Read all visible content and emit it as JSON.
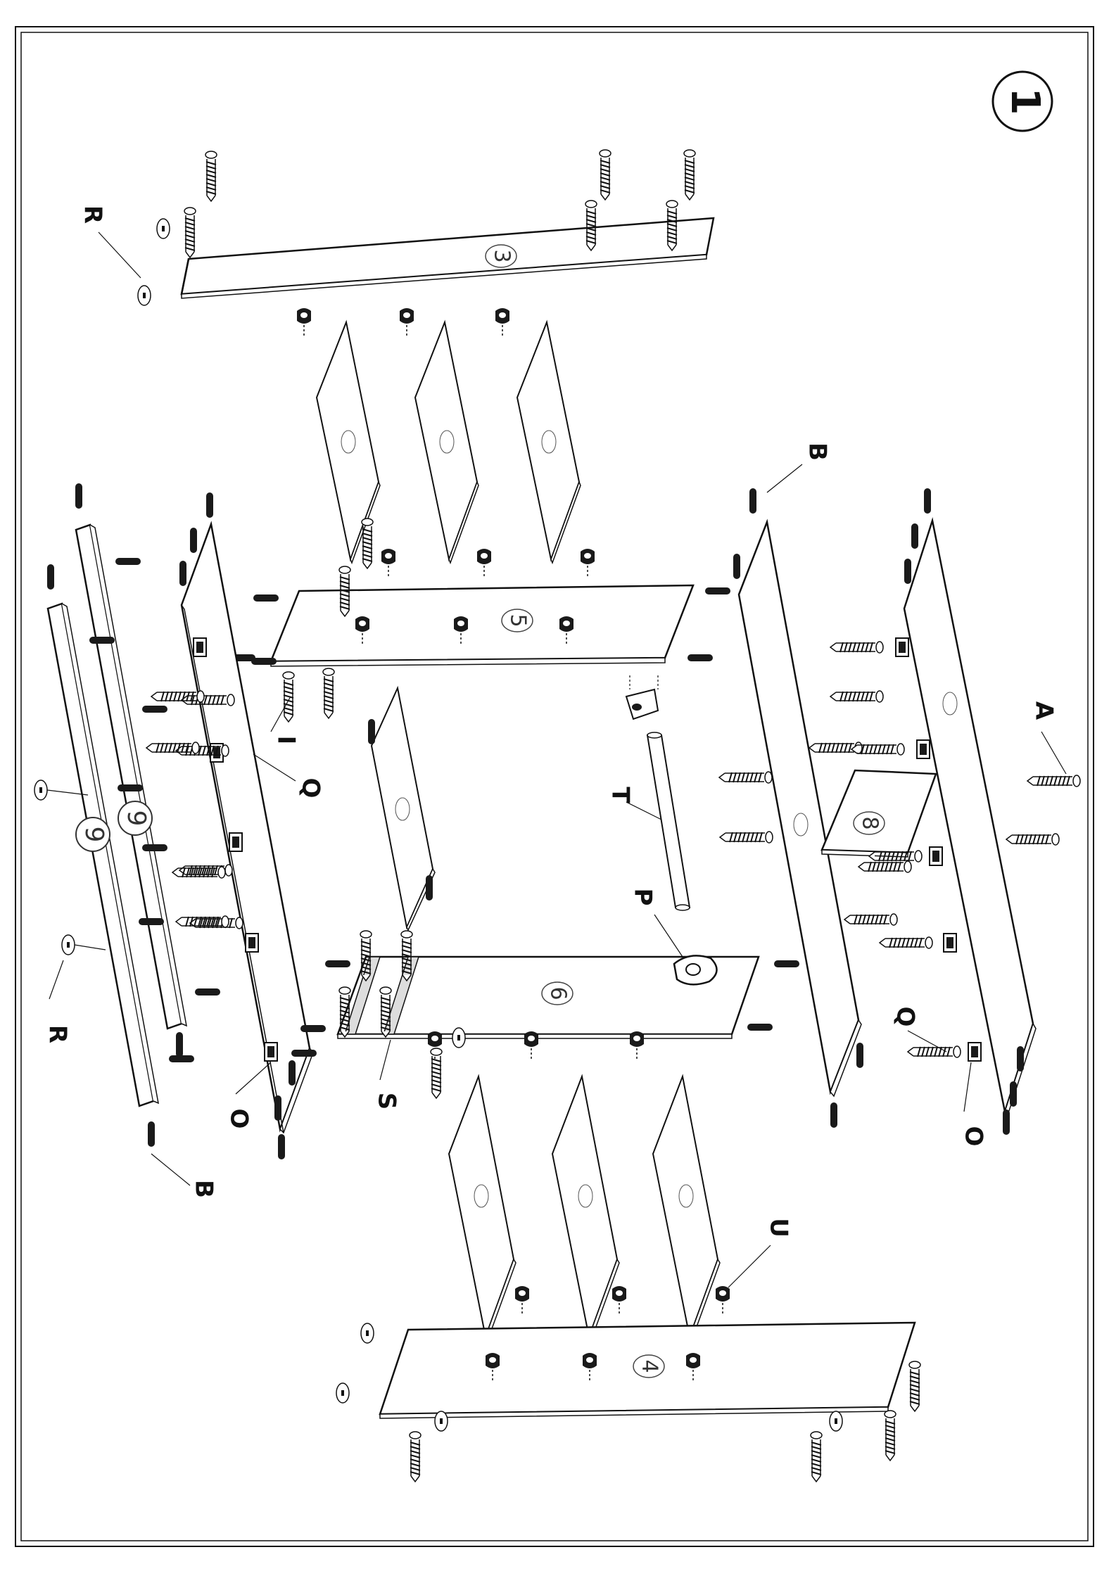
{
  "step": {
    "number": "1"
  },
  "panel_numbers": {
    "p3": "3",
    "p4": "4",
    "p5": "5",
    "p6": "6",
    "p8": "8",
    "p9a": "9",
    "p9b": "9"
  },
  "part_labels": {
    "A": "A",
    "B_top": "B",
    "B_bottom": "B",
    "I": "I",
    "O_left": "O",
    "O_right": "O",
    "P": "P",
    "Q_left": "Q",
    "Q_right": "Q",
    "R_top": "R",
    "R_bottom": "R",
    "S": "S",
    "T": "T",
    "U": "U"
  },
  "colors": {
    "line": "#111111",
    "paper": "#ffffff",
    "hardware": "#1a1a1a"
  }
}
